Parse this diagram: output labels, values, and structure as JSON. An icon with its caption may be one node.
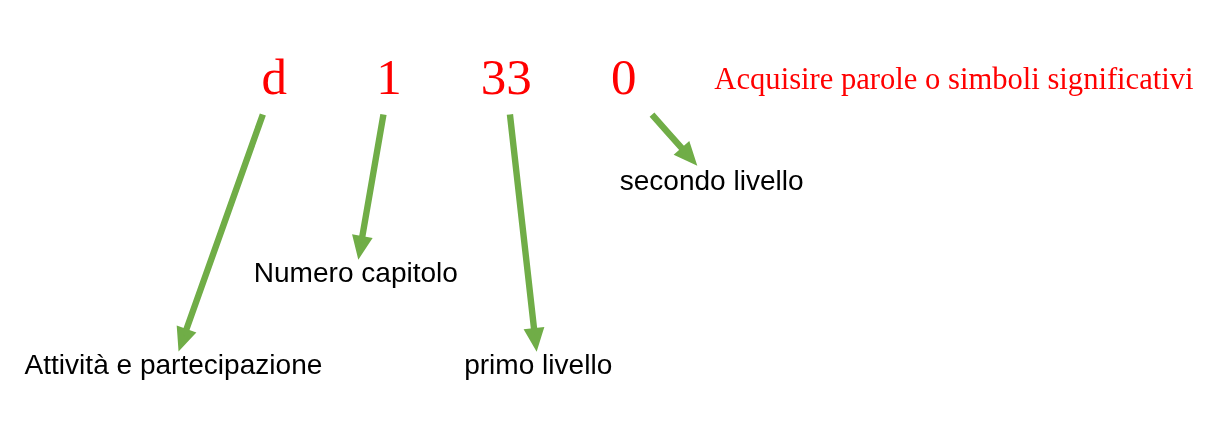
{
  "diagram": {
    "nodes": [
      {
        "text": [
          "d"
        ]
      },
      {
        "text": [
          "1"
        ]
      },
      {
        "text": [
          "33"
        ]
      },
      {
        "text": [
          "0"
        ]
      },
      {
        "text": [
          "Attività e partecipazione"
        ]
      },
      {
        "text": [
          "Numero capitolo"
        ]
      },
      {
        "text": [
          "primo livello"
        ]
      },
      {
        "text": [
          "secondo livello"
        ]
      }
    ],
    "edges": [
      {
        "from": 0,
        "to": 4,
        "arrow": "to"
      },
      {
        "from": 1,
        "to": 5,
        "arrow": "to"
      },
      {
        "from": 2,
        "to": 6,
        "arrow": "to"
      },
      {
        "from": 3,
        "to": 7,
        "arrow": "to"
      }
    ],
    "labels": [
      "Acquisire parole o simboli significativi"
    ]
  }
}
